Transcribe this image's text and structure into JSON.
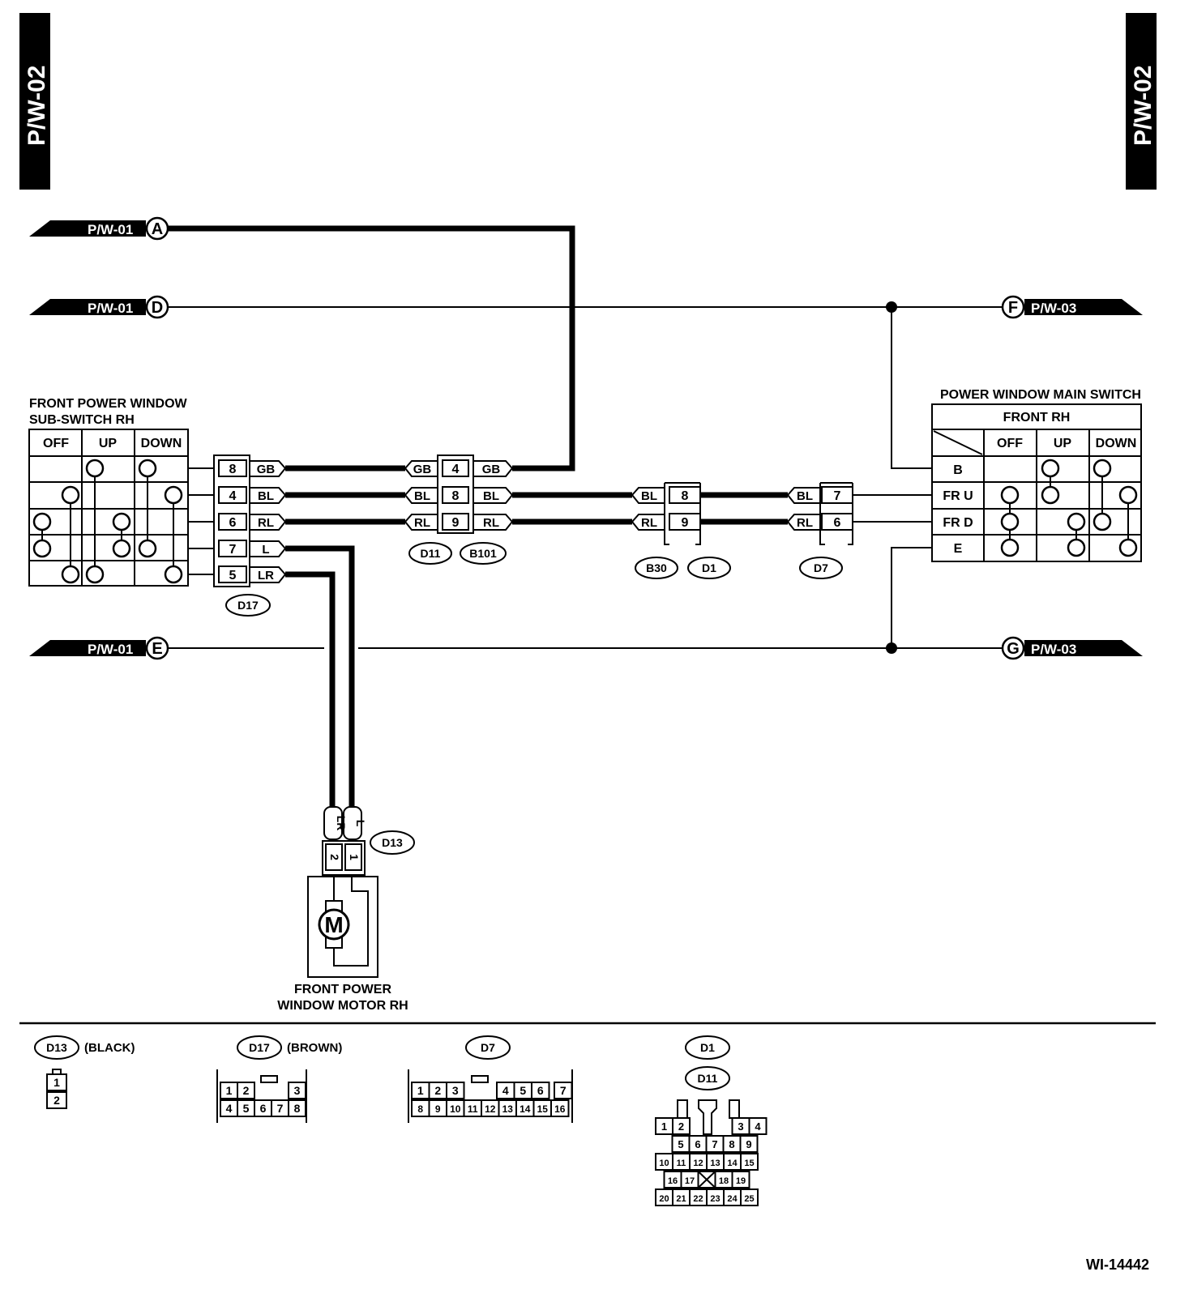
{
  "page_tag": "P/W-02",
  "diagram_id": "WI-14442",
  "refs": {
    "a": {
      "page": "P/W-01",
      "letter": "A"
    },
    "d": {
      "page": "P/W-01",
      "letter": "D"
    },
    "e": {
      "page": "P/W-01",
      "letter": "E"
    },
    "f": {
      "page": "P/W-03",
      "letter": "F"
    },
    "g": {
      "page": "P/W-03",
      "letter": "G"
    }
  },
  "sub_switch": {
    "title1": "FRONT POWER WINDOW",
    "title2": "SUB-SWITCH RH",
    "cols": [
      "OFF",
      "UP",
      "DOWN"
    ]
  },
  "main_switch": {
    "title": "POWER WINDOW MAIN SWITCH",
    "subtitle": "FRONT RH",
    "cols": [
      "OFF",
      "UP",
      "DOWN"
    ],
    "rows": [
      "B",
      "FR U",
      "FR D",
      "E"
    ]
  },
  "d17": {
    "pins": [
      "8",
      "4",
      "6",
      "7",
      "5"
    ],
    "wires": [
      "GB",
      "BL",
      "RL",
      "L",
      "LR"
    ],
    "label": "D17"
  },
  "d11b101": {
    "pins": [
      "4",
      "8",
      "9"
    ],
    "wires_left": [
      "GB",
      "BL",
      "RL"
    ],
    "wires_right": [
      "GB",
      "BL",
      "RL"
    ],
    "label_left": "D11",
    "label_right": "B101"
  },
  "b30d1": {
    "pins": [
      "8",
      "9"
    ],
    "wires": [
      "BL",
      "RL"
    ],
    "label_left": "B30",
    "label_right": "D1"
  },
  "d7": {
    "pins": [
      "7",
      "6"
    ],
    "wires": [
      "BL",
      "RL"
    ],
    "label": "D7"
  },
  "d13": {
    "wires": [
      "LR",
      "L"
    ],
    "pins": [
      "2",
      "1"
    ],
    "label": "D13"
  },
  "motor": {
    "symbol": "M",
    "label1": "FRONT POWER",
    "label2": "WINDOW MOTOR RH"
  },
  "legend": {
    "d13": {
      "name": "D13",
      "color": "(BLACK)",
      "pins": [
        "1",
        "2"
      ]
    },
    "d17": {
      "name": "D17",
      "color": "(BROWN)",
      "row1": [
        "1",
        "2",
        "3"
      ],
      "row2": [
        "4",
        "5",
        "6",
        "7",
        "8"
      ]
    },
    "d7": {
      "name": "D7",
      "row1": [
        "1",
        "2",
        "3",
        "4",
        "5",
        "6",
        "7"
      ],
      "row2": [
        "8",
        "9",
        "10",
        "11",
        "12",
        "13",
        "14",
        "15",
        "16"
      ]
    },
    "d1": {
      "name1": "D1",
      "name2": "D11",
      "row1": [
        "1",
        "2",
        "3",
        "4"
      ],
      "row2": [
        "5",
        "6",
        "7",
        "8",
        "9"
      ],
      "row3": [
        "10",
        "11",
        "12",
        "13",
        "14",
        "15"
      ],
      "row4": [
        "16",
        "17",
        "18",
        "19"
      ],
      "row5": [
        "20",
        "21",
        "22",
        "23",
        "24",
        "25"
      ]
    }
  }
}
